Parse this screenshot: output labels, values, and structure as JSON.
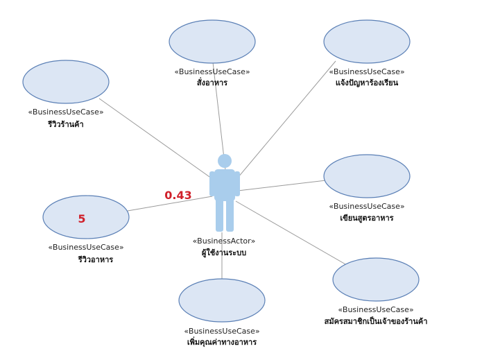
{
  "actor": {
    "stereotype": "«BusinessActor»",
    "name": "ผู้ใช้งานระบบ"
  },
  "use_cases": [
    {
      "id": "uc-order-food",
      "stereotype": "«BusinessUseCase»",
      "name": "สั่งอาหาร"
    },
    {
      "id": "uc-report-complaint",
      "stereotype": "«BusinessUseCase»",
      "name": "แจ้งปัญหาร้องเรียน"
    },
    {
      "id": "uc-review-store",
      "stereotype": "«BusinessUseCase»",
      "name": "รีวิวร้านค้า"
    },
    {
      "id": "uc-write-recipe",
      "stereotype": "«BusinessUseCase»",
      "name": "เขียนสูตรอาหาร"
    },
    {
      "id": "uc-review-food",
      "stereotype": "«BusinessUseCase»",
      "name": "รีวิวอาหาร"
    },
    {
      "id": "uc-register-store-owner",
      "stereotype": "«BusinessUseCase»",
      "name": "สมัครสมาชิกเป็นเจ้าของร้านค้า"
    },
    {
      "id": "uc-add-nutrition",
      "stereotype": "«BusinessUseCase»",
      "name": "เพิ่มคุณค่าทางอาหาร"
    }
  ],
  "annotations": {
    "association_value": "0.43",
    "ellipse_value": "5",
    "color": "#d0202a"
  },
  "colors": {
    "ellipse_fill": "#dce6f4",
    "ellipse_stroke": "#5a7fb5",
    "actor_fill": "#a9cdec",
    "line": "#9a9a9a"
  }
}
